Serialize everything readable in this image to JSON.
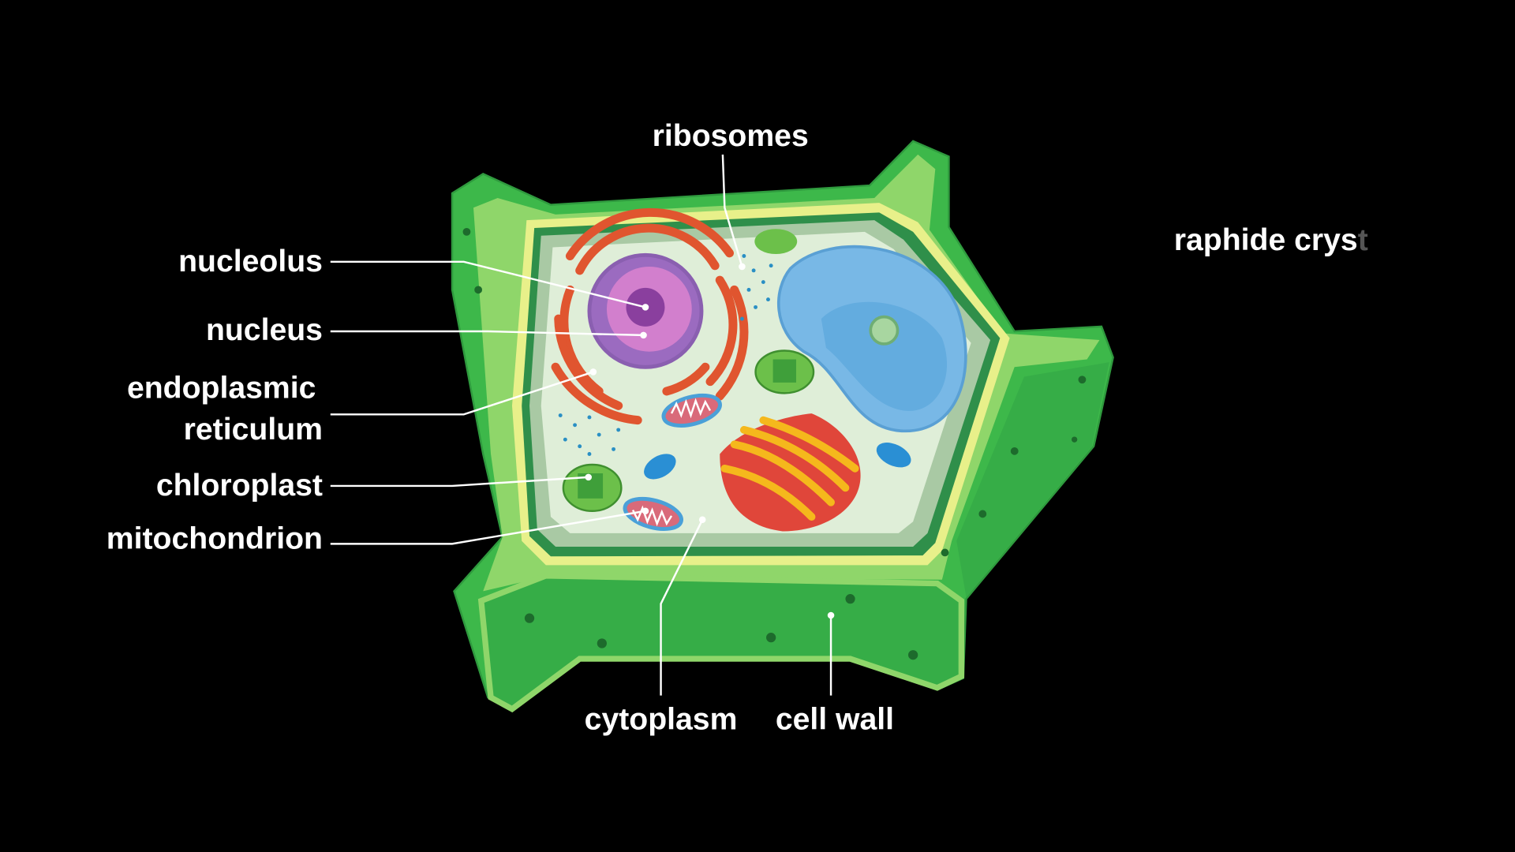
{
  "title": "Plant cell diagram",
  "labels": {
    "ribosomes": "ribosomes",
    "nucleolus": "nucleolus",
    "nucleus": "nucleus",
    "endoplasmic": "endoplasmic",
    "reticulum": "reticulum",
    "chloroplast": "chloroplast",
    "mitochondrion": "mitochondrion",
    "cytoplasm": "cytoplasm",
    "cell_wall": "cell wall",
    "raphide_visible": "raphide crys",
    "raphide_fading": "t"
  },
  "colors": {
    "background": "#000000",
    "cell_wall": "#3db84a",
    "wall_light": "#8fd66a",
    "wall_yellow": "#e8f08a",
    "cytoplasm": "#dfeed8",
    "vacuole": "#78b8e6",
    "nucleus": "#9b6bc0",
    "er": "#e0552f",
    "golgi_red": "#e0463a",
    "golgi_yellow": "#f5b81c",
    "chloroplast": "#6cc04a",
    "ribosome": "#2a8fc4"
  }
}
